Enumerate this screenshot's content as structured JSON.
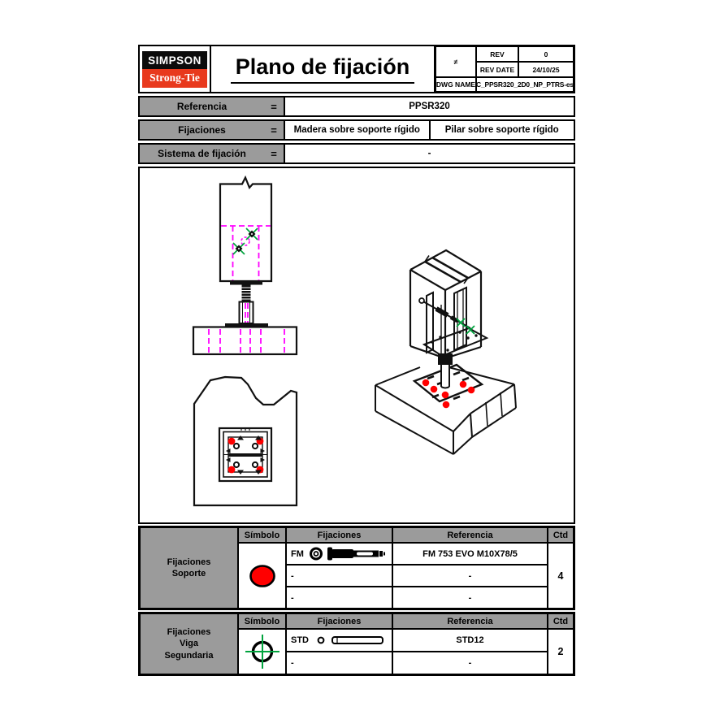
{
  "header": {
    "logo_line1": "SIMPSON",
    "logo_line2": "Strong-Tie",
    "title": "Plano de fijación",
    "stamp_symbol": "≠",
    "rev_table": {
      "rev_label": "REV",
      "rev_value": "0",
      "rev_date_label": "REV DATE",
      "rev_date_value": "24/10/25",
      "dwg_name_label": "DWG NAME",
      "dwg_name_value": "C_PPSR320_2D0_NP_PTRS-es"
    }
  },
  "info_table": {
    "rows": [
      {
        "label": "Referencia",
        "eq": "=",
        "values": [
          "PPSR320"
        ]
      },
      {
        "label": "Fijaciones",
        "eq": "=",
        "values": [
          "Madera sobre soporte rígido",
          "Pilar sobre soporte rígido"
        ]
      },
      {
        "label": "Sistema de fijación",
        "eq": "=",
        "values": [
          "-"
        ]
      }
    ]
  },
  "drawings": {
    "views": [
      "front-elevation",
      "plan-view",
      "isometric-view"
    ],
    "reference_model": "PPSR320"
  },
  "fixings_tables": [
    {
      "group_lines": [
        "Fijaciones",
        "Soporte"
      ],
      "headers": {
        "symbol": "Símbolo",
        "fixings": "Fijaciones",
        "reference": "Referencia",
        "qty": "Ctd"
      },
      "symbol_icon": "red-circle-icon",
      "rows": [
        {
          "code": "FM",
          "icon": "wedge-anchor-icon",
          "reference": "FM 753 EVO M10X78/5"
        },
        {
          "code": "-",
          "icon": "",
          "reference": "-"
        },
        {
          "code": "-",
          "icon": "",
          "reference": "-"
        }
      ],
      "qty_value": "4"
    },
    {
      "group_lines": [
        "Fijaciones",
        "Viga",
        "Segundaria"
      ],
      "headers": {
        "symbol": "Símbolo",
        "fixings": "Fijaciones",
        "reference": "Referencia",
        "qty": "Ctd"
      },
      "symbol_icon": "green-crosshair-icon",
      "rows": [
        {
          "code": "STD",
          "icon": "dowel-icon",
          "reference": "STD12"
        },
        {
          "code": "-",
          "icon": "",
          "reference": "-"
        }
      ],
      "qty_value": "2"
    }
  ],
  "colors": {
    "logo_red": "#E8391D",
    "symbol_red": "#FF0000",
    "hidden_line_magenta": "#FF00FF",
    "fixing_green": "#00A33D",
    "table_gray": "#9B9B9B",
    "line_black": "#111111"
  }
}
